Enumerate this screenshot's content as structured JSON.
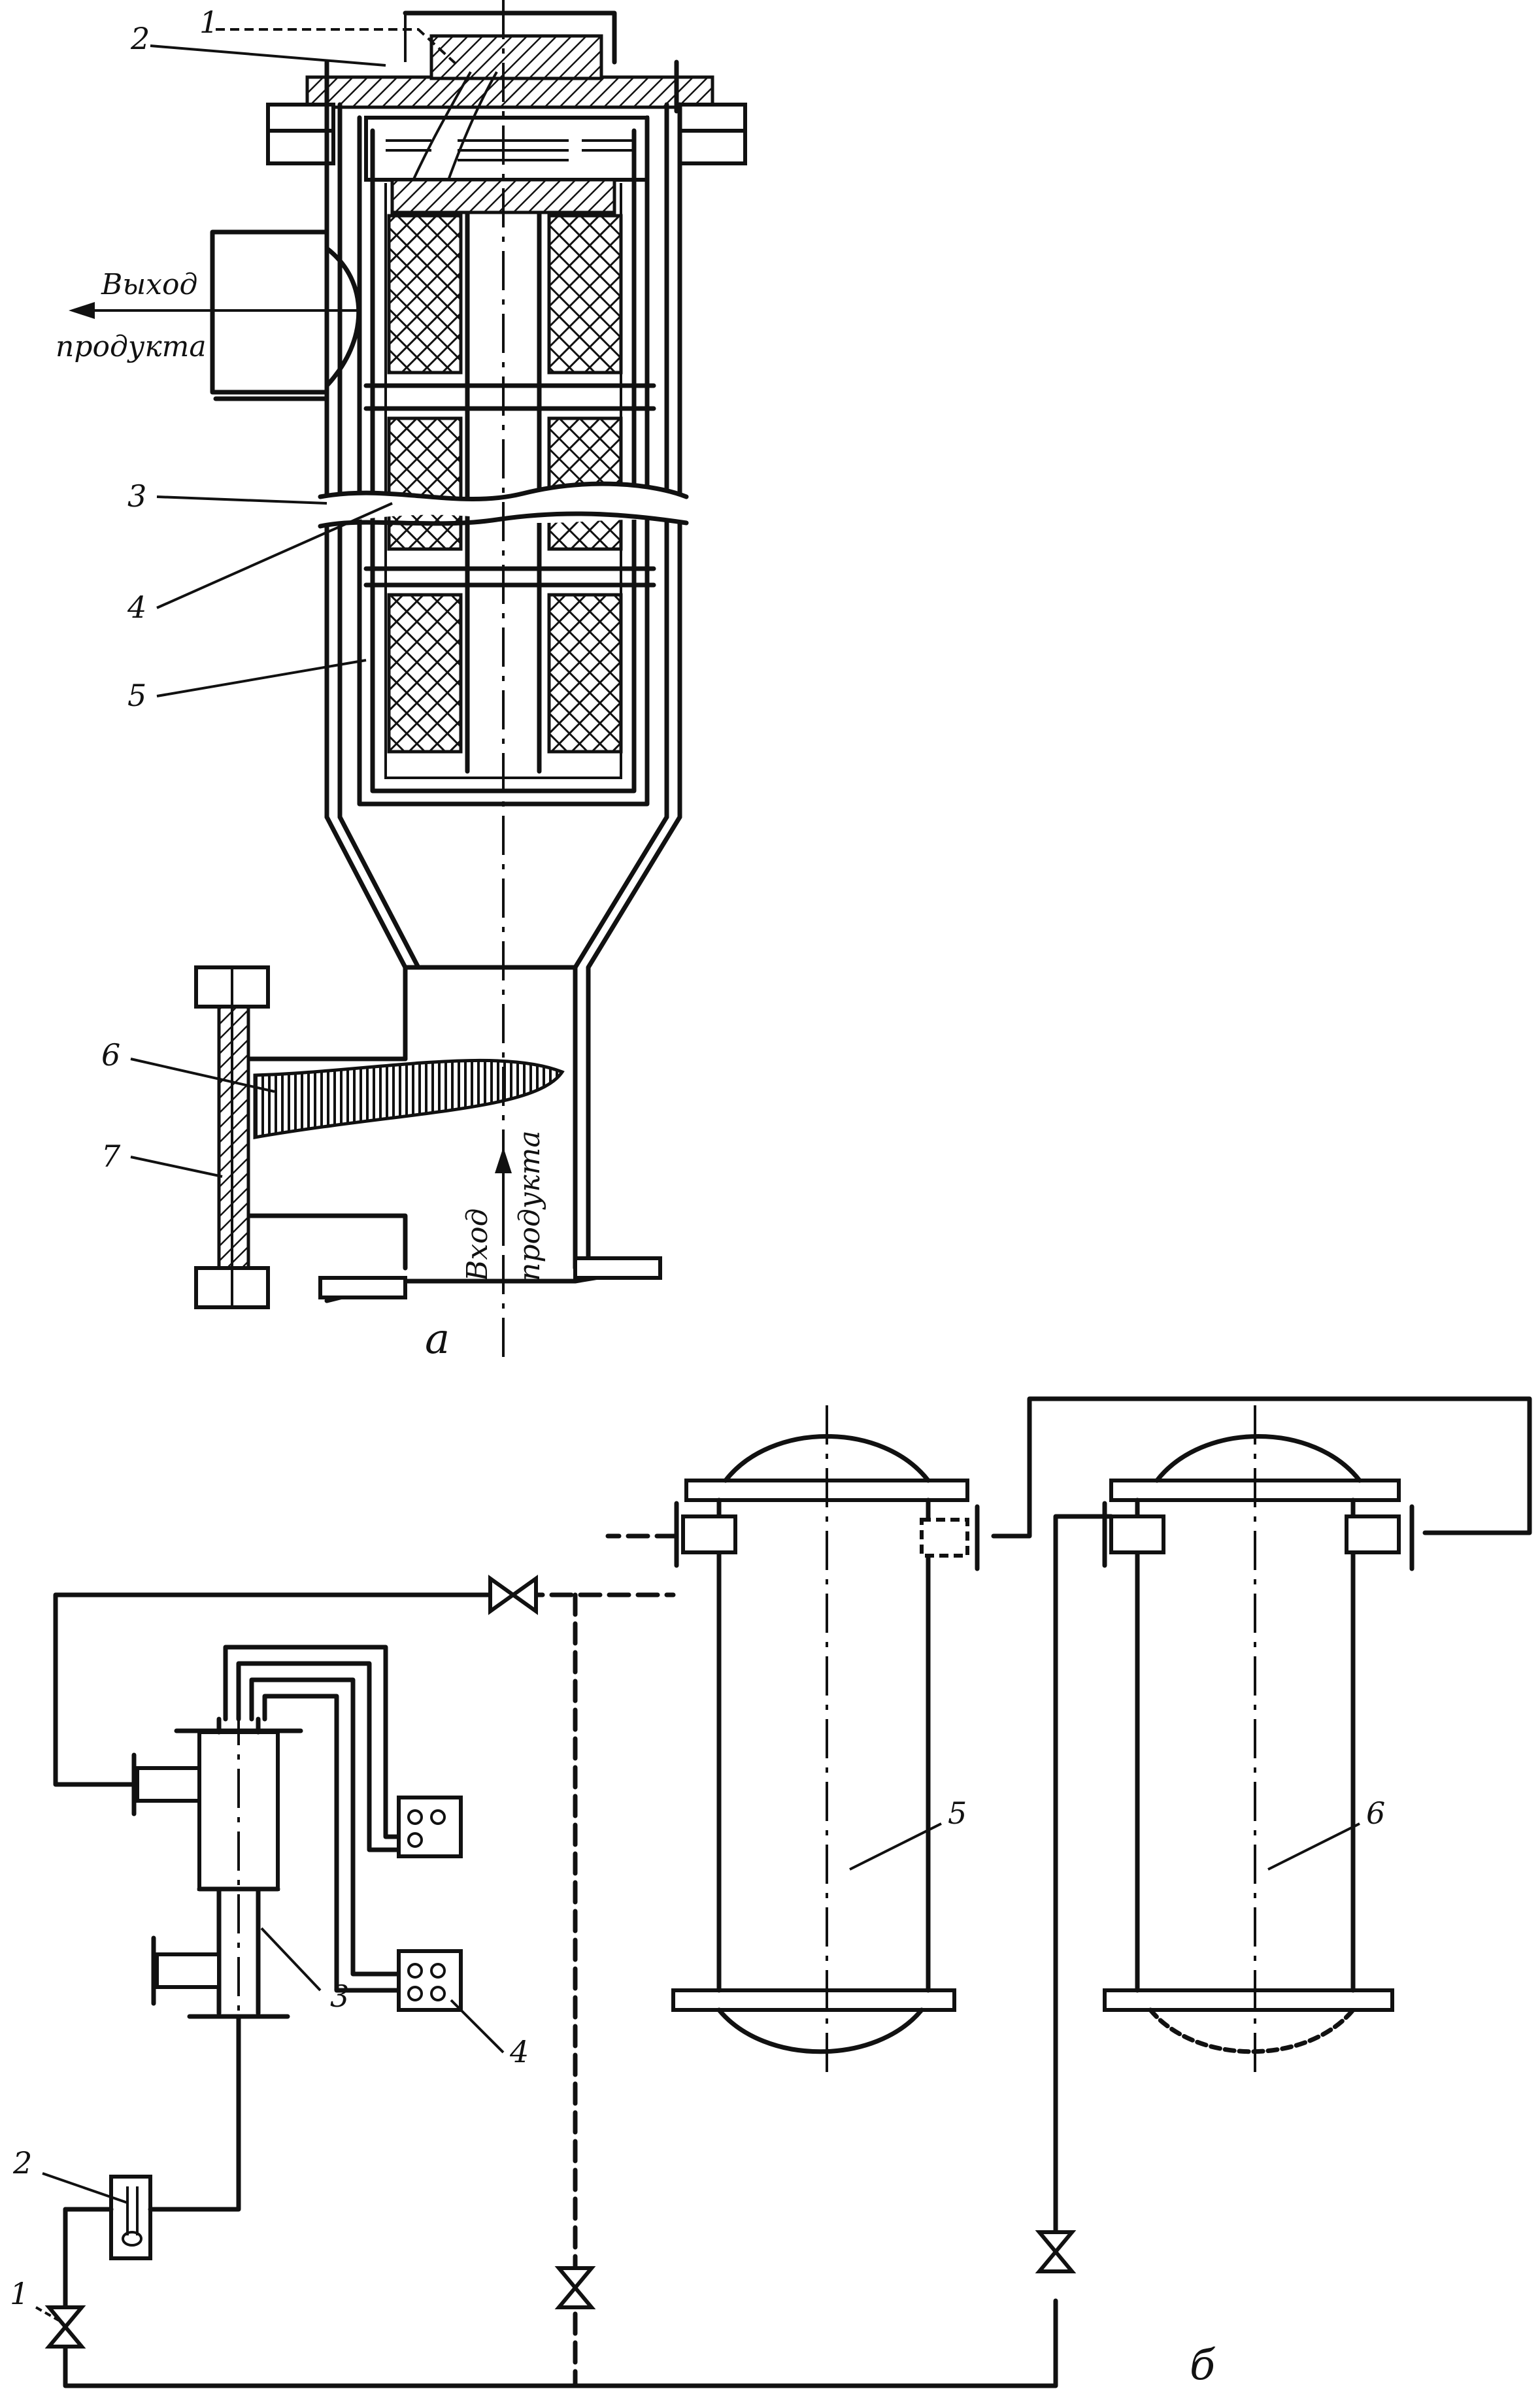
{
  "figure_a": {
    "caption": "а",
    "outlet_label_line1": "Выход",
    "outlet_label_line2": "продукта",
    "inlet_label_line1": "Вход",
    "inlet_label_line2": "продукта",
    "callouts": [
      "1",
      "2",
      "3",
      "4",
      "5",
      "6",
      "7"
    ]
  },
  "figure_b": {
    "caption": "б",
    "callouts": [
      "1",
      "2",
      "3",
      "4",
      "5",
      "6"
    ]
  }
}
